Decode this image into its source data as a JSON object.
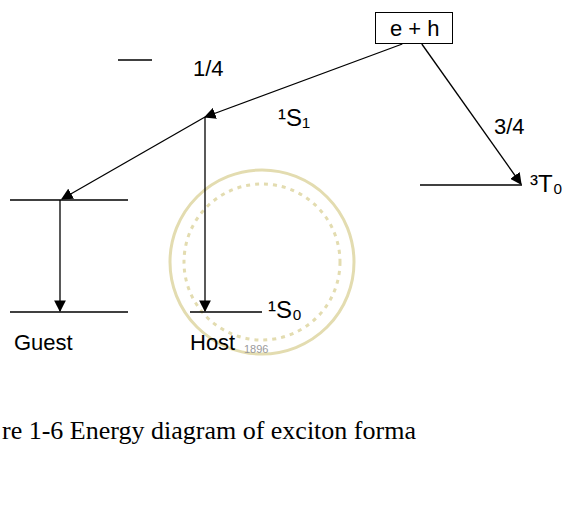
{
  "diagram": {
    "caption": "re 1-6 Energy diagram of exciton forma",
    "nodes": [
      {
        "text": [
          "e + h"
        ]
      }
    ],
    "labels": [
      "1/4",
      "3/4",
      "¹S₁",
      "³T₀",
      "¹S₀",
      "Guest",
      "Host",
      "1896"
    ]
  }
}
